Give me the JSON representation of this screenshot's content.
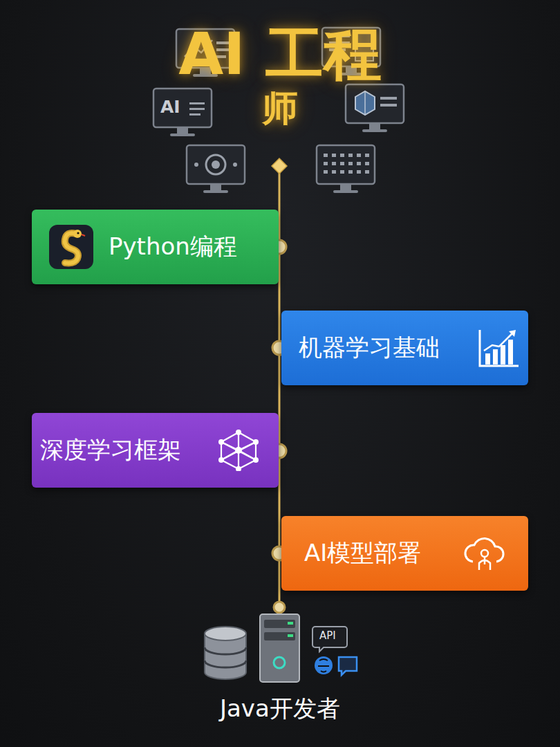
{
  "diagram": {
    "title": "AI 工程师",
    "nodes": [
      {
        "text": [
          "Python编程"
        ]
      },
      {
        "text": [
          "机器学习基础"
        ]
      },
      {
        "text": [
          "深度学习框架"
        ]
      },
      {
        "text": [
          "AI模型部署"
        ]
      }
    ],
    "labels": [
      "AI",
      "API",
      "Java开发者"
    ]
  }
}
